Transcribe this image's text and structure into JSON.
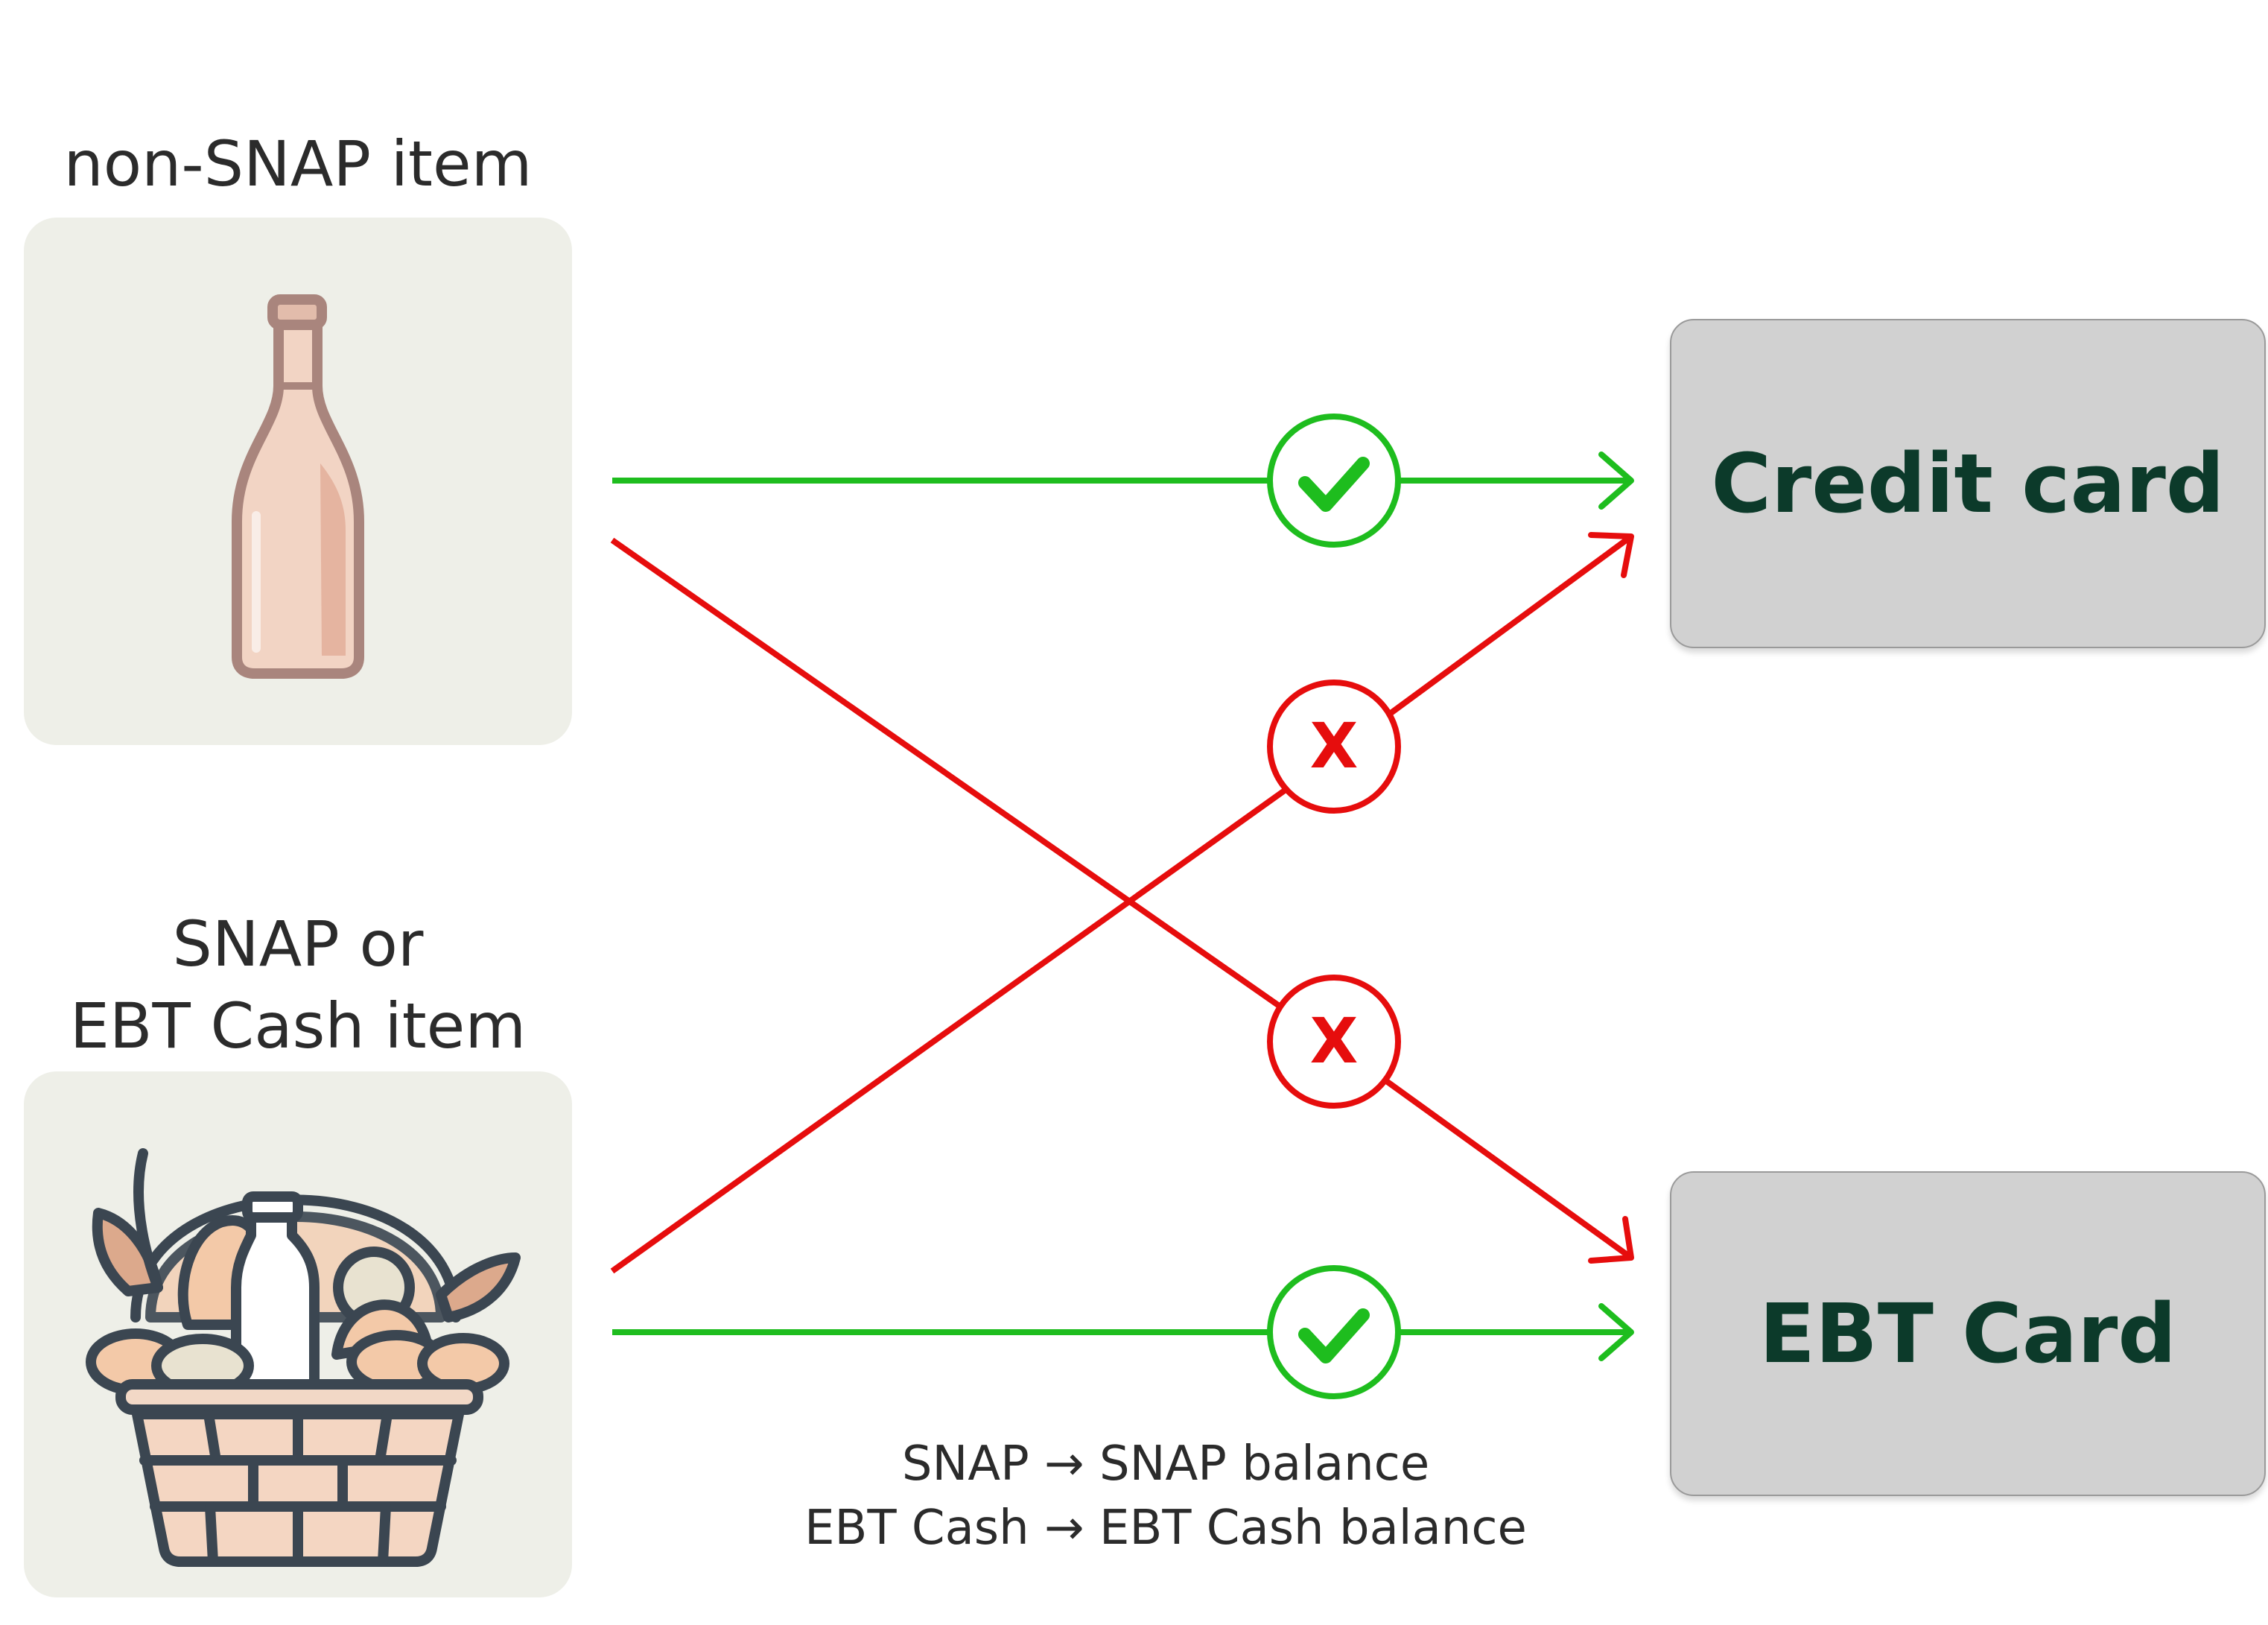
{
  "items": {
    "non_snap": {
      "label": "non-SNAP item"
    },
    "snap": {
      "label_line1": "SNAP or",
      "label_line2": "EBT Cash item"
    }
  },
  "cards": {
    "credit": {
      "label": "Credit card"
    },
    "ebt": {
      "label": "EBT Card"
    }
  },
  "flows": [
    {
      "from": "non-SNAP item",
      "to": "Credit card",
      "allowed": true
    },
    {
      "from": "non-SNAP item",
      "to": "EBT Card",
      "allowed": false,
      "mark": "X"
    },
    {
      "from": "SNAP or EBT Cash item",
      "to": "Credit card",
      "allowed": false,
      "mark": "X"
    },
    {
      "from": "SNAP or EBT Cash item",
      "to": "EBT Card",
      "allowed": true
    }
  ],
  "note": {
    "line1": "SNAP → SNAP balance",
    "line2": "EBT Cash → EBT Cash balance"
  },
  "colors": {
    "allowed": "#1ebd1e",
    "denied": "#e60d0d",
    "card_fill": "#d1d1d1",
    "card_text": "#0c3a2a",
    "panel_fill": "#eeefe8"
  },
  "icons": {
    "non_snap": "wine-bottle-icon",
    "snap": "grocery-basket-icon",
    "allowed": "check-circle-icon",
    "denied": "x-circle-icon"
  }
}
